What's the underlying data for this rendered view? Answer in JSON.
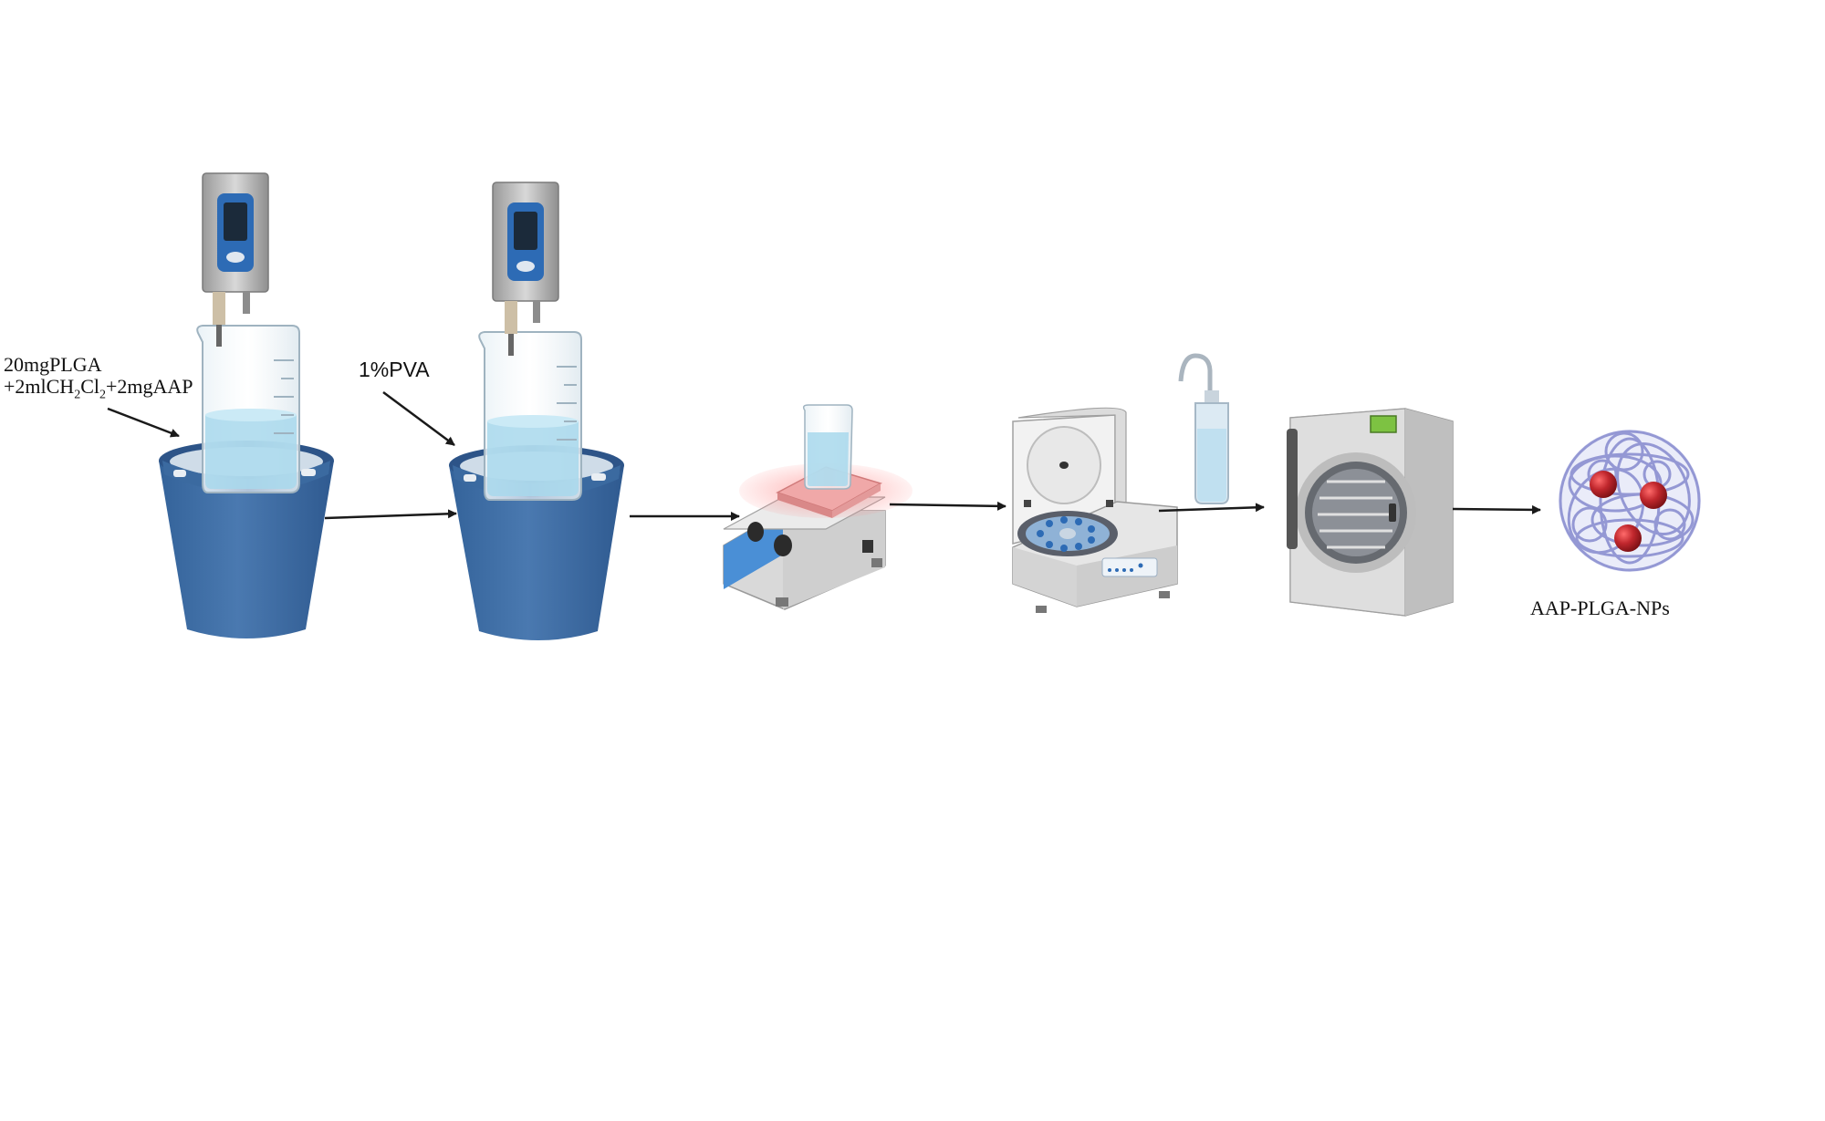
{
  "labels": {
    "reagents_line1": "20mgPLGA",
    "reagents_line2": {
      "a": "+2mlCH",
      "sub1": "2",
      "b": "Cl",
      "sub2": "2",
      "c": "+2mgAAP"
    },
    "pva": "1%PVA",
    "product": "AAP-PLGA-NPs"
  },
  "icons": [
    "homogenizer-icon",
    "beaker-icon",
    "ice-bucket-icon",
    "magnetic-stirrer-icon",
    "centrifuge-icon",
    "wash-bottle-icon",
    "freeze-dryer-icon",
    "nanoparticle-icon",
    "arrow-icon"
  ],
  "colors": {
    "bucket": "#3f6fa5",
    "bucket_rim": "#2d5488",
    "water": "#a8d8ec",
    "hotplate": "#f0a8a8",
    "stirrer_panel": "#4a8fd6",
    "device_gray": "#c9c9c9",
    "screen_blue": "#2d6bb5",
    "dryer_display": "#7dc242",
    "polymer": "#8b8fd0",
    "drug": "#c0272d",
    "arrow": "#1a1a1a"
  }
}
